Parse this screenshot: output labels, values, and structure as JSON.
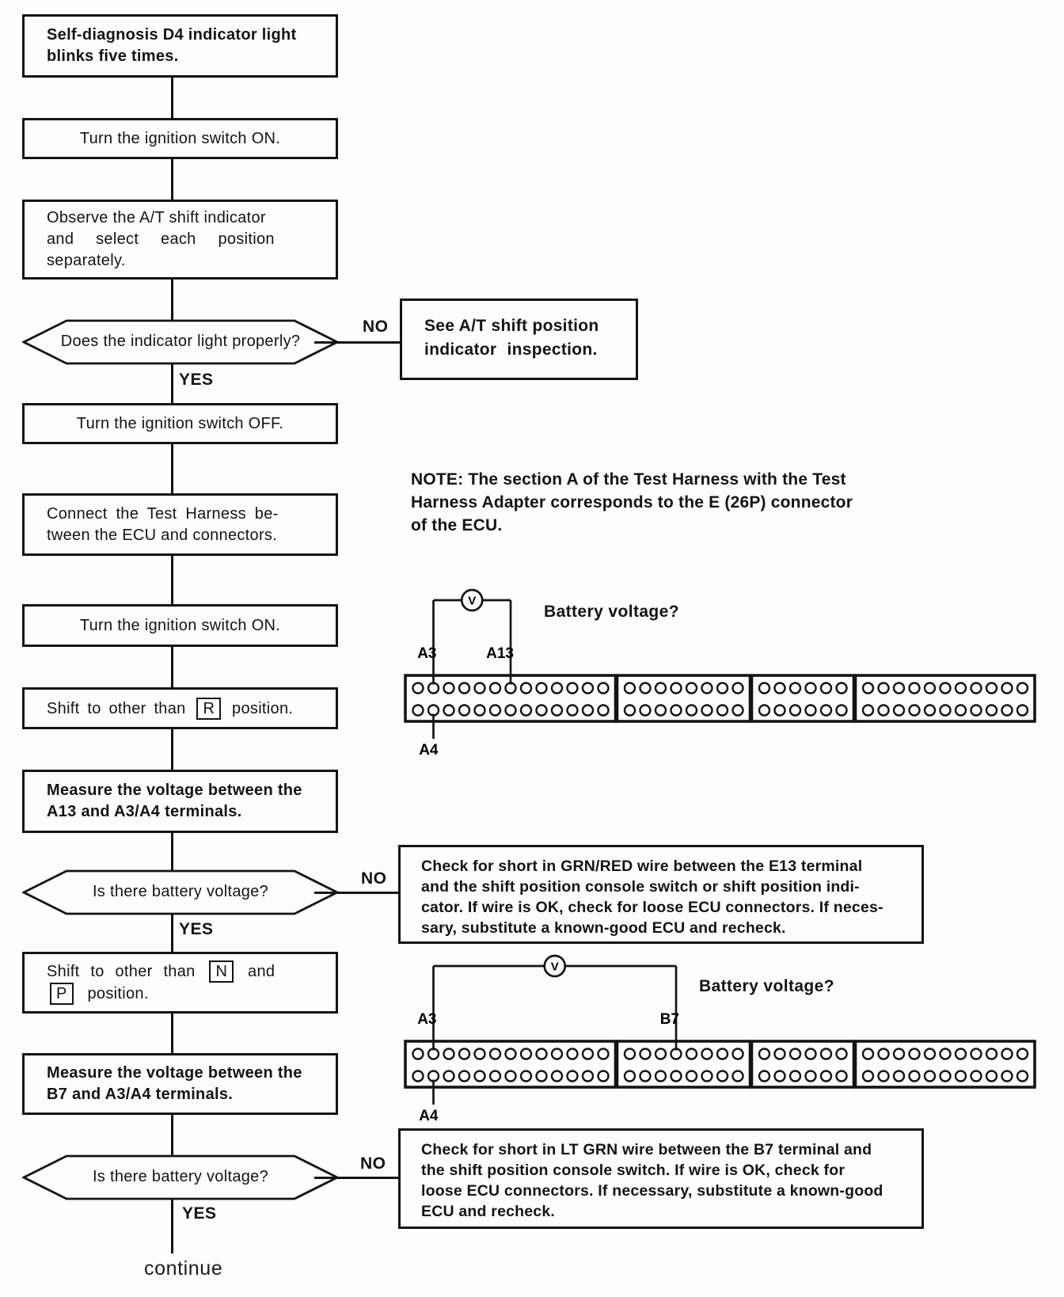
{
  "colors": {
    "ink": "#141414",
    "paper": "#fdfdfb"
  },
  "flowchart": {
    "start": {
      "lines": [
        "Self-diagnosis D4 indicator light",
        "blinks five times."
      ]
    },
    "ignition_on_1": "Turn the ignition switch ON.",
    "observe": {
      "lines": [
        "Observe the A/T shift indicator",
        "and select each position",
        "separately."
      ]
    },
    "q_indicator": "Does the indicator light properly?",
    "see_inspection": {
      "lines": [
        "See A/T shift position",
        "indicator inspection."
      ]
    },
    "ignition_off": "Turn the ignition switch OFF.",
    "connect_harness": {
      "lines": [
        "Connect the Test Harness be-",
        "tween the ECU and connectors."
      ]
    },
    "ignition_on_2": "Turn the ignition switch ON.",
    "shift_r": {
      "spans": [
        {
          "text": "Shift to other than "
        },
        {
          "text": "R",
          "boxed": true
        },
        {
          "text": " position."
        }
      ]
    },
    "measure_a13": {
      "lines": [
        "Measure the voltage between the",
        "A13 and A3/A4 terminals."
      ]
    },
    "q_battery_1": "Is there battery voltage?",
    "check_grn_red": {
      "lines": [
        "Check for short in GRN/RED wire between the E13 terminal",
        "and the shift position console switch or shift position indi-",
        "cator. If wire is OK, check for loose ECU connectors. If neces-",
        "sary, substitute a known-good ECU and recheck."
      ]
    },
    "shift_np": {
      "spans": [
        {
          "text": "Shift to other than "
        },
        {
          "text": "N",
          "boxed": true
        },
        {
          "text": " and "
        },
        {
          "text": "P",
          "boxed": true
        },
        {
          "text": " position."
        }
      ]
    },
    "measure_b7": {
      "lines": [
        "Measure the voltage between the",
        "B7 and A3/A4 terminals."
      ]
    },
    "q_battery_2": "Is there battery voltage?",
    "check_lt_grn": {
      "lines": [
        "Check for short in LT GRN wire between the B7 terminal and",
        "the shift position console switch. If wire is OK, check for",
        "loose ECU connectors. If necessary, substitute a known-good",
        "ECU and recheck."
      ]
    },
    "yes": "YES",
    "no": "NO",
    "continue": "continue"
  },
  "note": {
    "lines": [
      "NOTE:  The section A of the Test Harness with the Test",
      "Harness Adapter corresponds to the E (26P) connector",
      "of the ECU."
    ]
  },
  "connector_diagrams": [
    {
      "name": "a13-measurement",
      "question": "Battery voltage?",
      "meter": "V",
      "sections": [
        13,
        8,
        6,
        11
      ],
      "taps_top": [
        {
          "label": "A3",
          "section": 0,
          "pin": 1
        },
        {
          "label": "A13",
          "section": 0,
          "pin": 6
        }
      ],
      "taps_bottom": [
        {
          "label": "A4",
          "section": 0,
          "pin": 1
        }
      ]
    },
    {
      "name": "b7-measurement",
      "question": "Battery voltage?",
      "meter": "V",
      "sections": [
        13,
        8,
        6,
        11
      ],
      "taps_top": [
        {
          "label": "A3",
          "section": 0,
          "pin": 1
        },
        {
          "label": "B7",
          "section": 1,
          "pin": 3
        }
      ],
      "taps_bottom": [
        {
          "label": "A4",
          "section": 0,
          "pin": 1
        }
      ]
    }
  ]
}
